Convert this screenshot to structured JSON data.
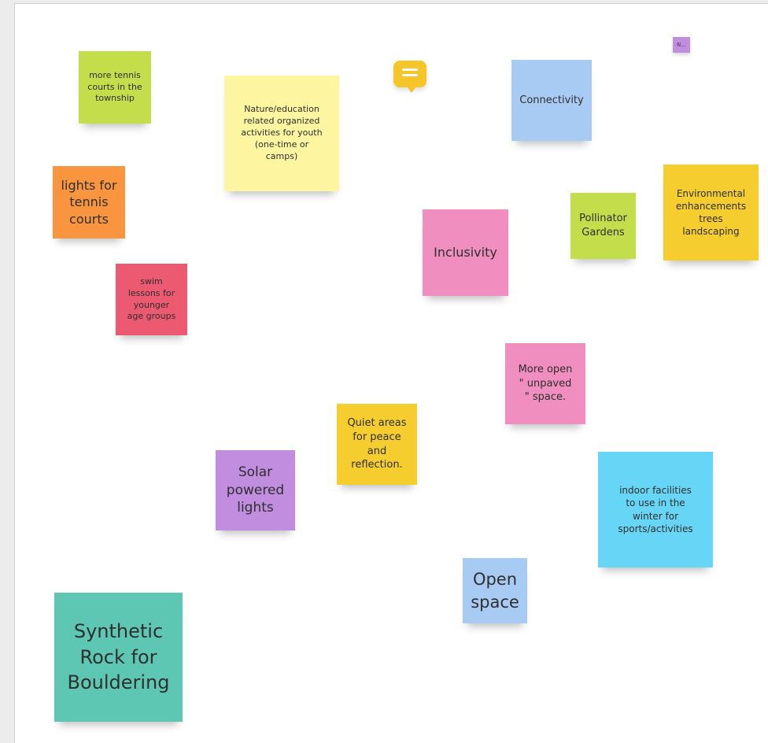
{
  "board": {
    "mini_note": "N..."
  },
  "notes": {
    "tennis_courts": "more tennis\ncourts in the\ntownship",
    "nature_education": "Nature/education\nrelated organized\nactivities for youth\n(one-time or\ncamps)",
    "connectivity": "Connectivity",
    "lights_tennis": "lights for\ntennis\ncourts",
    "pollinator": "Pollinator\nGardens",
    "environmental": "Environmental\nenhancements\ntrees\nlandscaping",
    "inclusivity": "Inclusivity",
    "swim_lessons": "swim\nlessons for\nyounger\nage groups",
    "open_unpaved": "More open\n\" unpaved\n\" space.",
    "quiet_areas": "Quiet areas\nfor peace\nand\nreflection.",
    "solar_lights": "Solar\npowered\nlights",
    "indoor_facilities": "indoor facilities\nto use in the\nwinter for\nsports/activities",
    "open_space": "Open\nspace",
    "synthetic_rock": "Synthetic\nRock for\nBouldering"
  },
  "colors": {
    "lime": "#c4dd4a",
    "light_yellow": "#fdf59f",
    "light_blue": "#a8cbf3",
    "orange": "#f8953e",
    "gold": "#f5cd2f",
    "pink": "#ef8ebf",
    "red": "#eb5a70",
    "purple": "#c08ddf",
    "cyan": "#67d5f5",
    "teal": "#5dc7b4",
    "comment": "#f5c52a"
  },
  "icons": {
    "comment": "comment-icon"
  }
}
